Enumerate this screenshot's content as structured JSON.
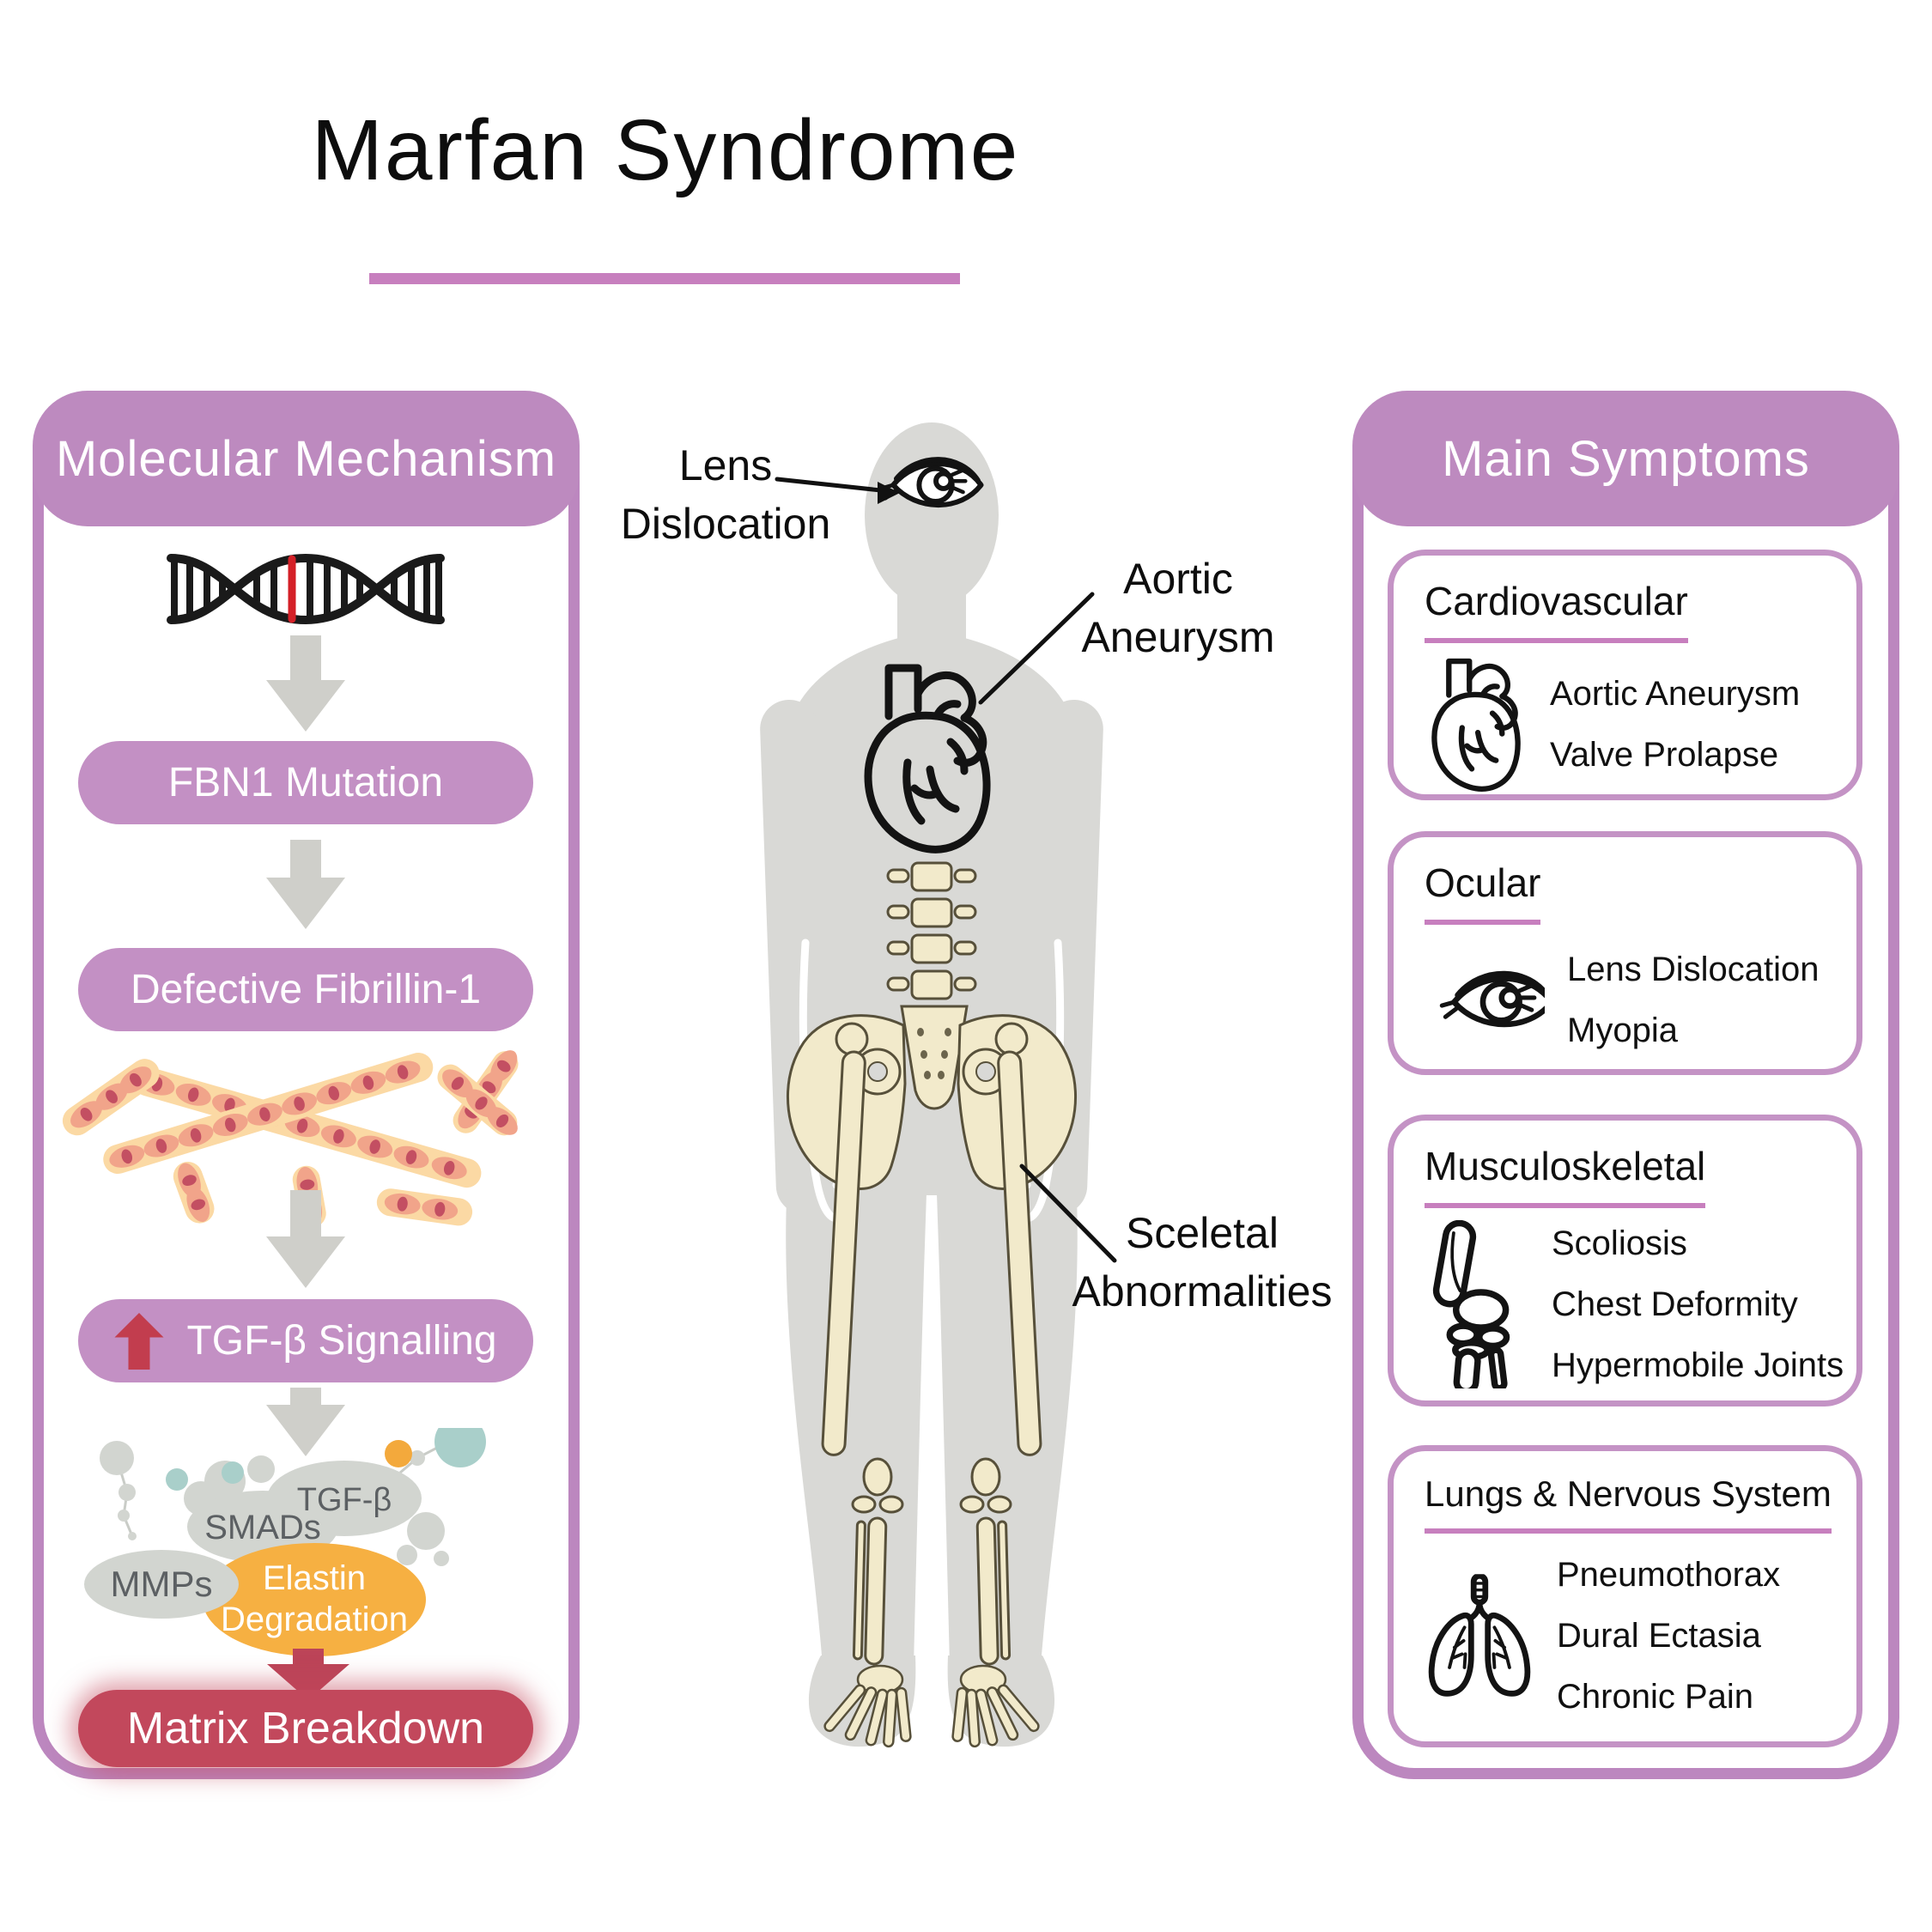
{
  "title": "Marfan Syndrome",
  "mechanism_panel": {
    "header": "Molecular Mechanism",
    "steps": {
      "step1": "FBN1 Mutation",
      "step2": "Defective Fibrillin-1",
      "step3": "TGF-β Signalling",
      "step4": "Matrix Breakdown"
    },
    "molecules": {
      "tgfb": "TGF-β",
      "smads": "SMADs",
      "mmps": "MMPs",
      "elastin_line1": "Elastin",
      "elastin_line2": "Degradation"
    }
  },
  "figure": {
    "annotations": {
      "lens_line1": "Lens",
      "lens_line2": "Dislocation",
      "aortic_line1": "Aortic",
      "aortic_line2": "Aneurysm",
      "skeletal_line1": "Sceletal",
      "skeletal_line2": "Abnormalities"
    }
  },
  "symptoms_panel": {
    "header": "Main Symptoms",
    "cards": [
      {
        "title": "Cardiovascular",
        "icon": "anatomical-heart-icon",
        "items": [
          "Aortic Aneurysm",
          "Valve Prolapse"
        ]
      },
      {
        "title": "Ocular",
        "icon": "eye-icon",
        "items": [
          "Lens Dislocation",
          "Myopia"
        ]
      },
      {
        "title": "Musculoskeletal",
        "icon": "knee-joint-icon",
        "items": [
          "Scoliosis",
          "Chest Deformity",
          "Hypermobile Joints"
        ]
      },
      {
        "title": "Lungs & Nervous System",
        "icon": "lungs-icon",
        "items": [
          "Pneumothorax",
          "Dural Ectasia",
          "Chronic Pain"
        ]
      }
    ]
  },
  "colors": {
    "panel_border_purple": "#bc87bf",
    "header_purple": "#bd8abf",
    "pill_purple": "#c390c4",
    "card_border_purple": "#c493c5",
    "title_underline_pink": "#c77fbe",
    "alert_red": "#c2485c",
    "mutation_red": "#d42027",
    "highlight_orange": "#f6b042",
    "teal_accent": "#a9cfca",
    "arrow_gray": "#cfcfca",
    "silhouette_gray": "#d9d9d6",
    "bone_cream": "#f2eacb",
    "fibril_peach": "#fbd9a4",
    "fibril_cell_salmon": "#f1a48a",
    "fibril_nucleus_red": "#c34f62",
    "molecule_gray": "#d2d5d0"
  }
}
